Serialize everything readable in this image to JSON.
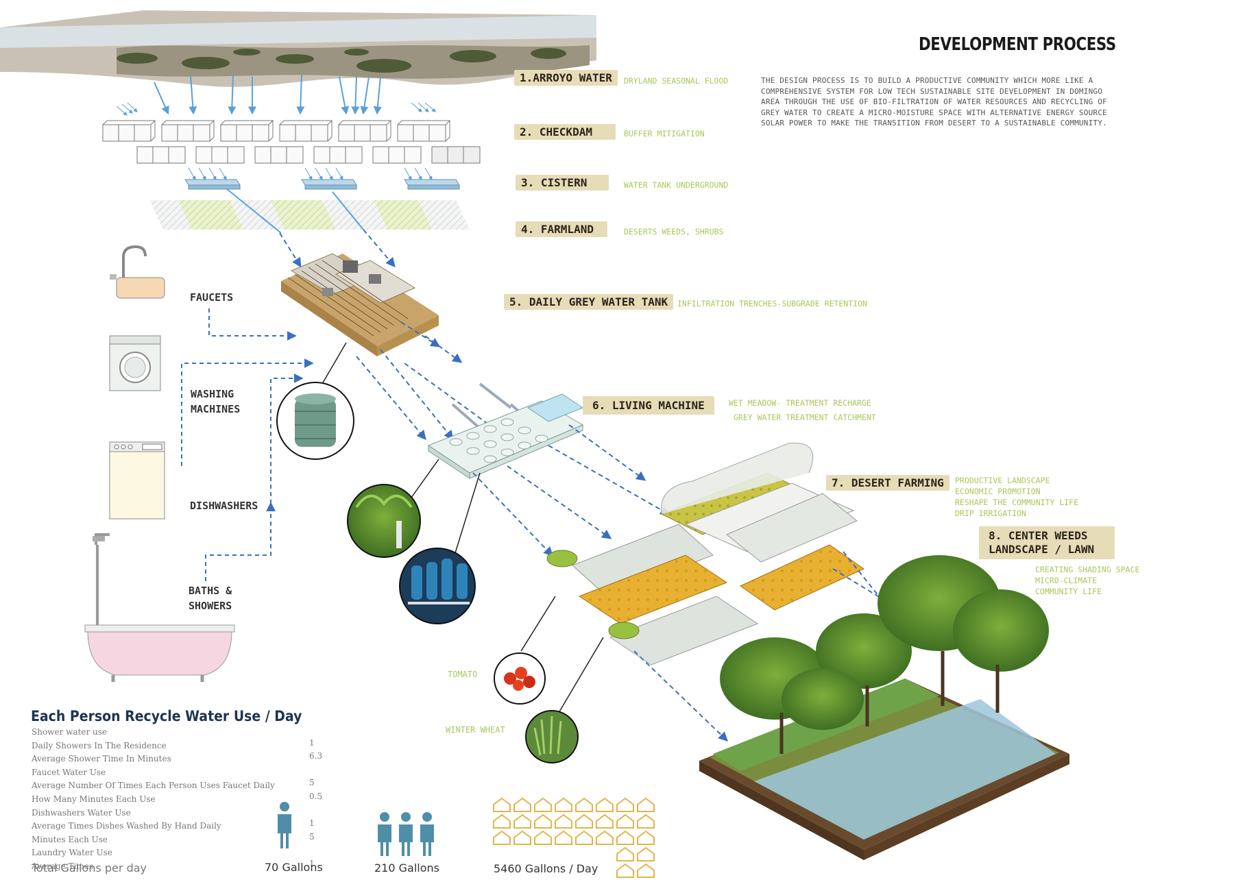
{
  "header": {
    "title": "DEVELOPMENT PROCESS",
    "description": "THE DESIGN PROCESS IS TO BUILD A PRODUCTIVE COMMUNITY WHICH MORE LIKE A COMPREHENSIVE SYSTEM FOR LOW TECH SUSTAINABLE SITE DEVELOPMENT IN DOMINGO AREA THROUGH THE USE OF BIO-FILTRATION OF WATER RESOURCES AND RECYCLING OF GREY WATER TO CREATE A MICRO-MOISTURE SPACE WITH ALTERNATIVE ENERGY SOURCE SOLAR POWER TO MAKE THE TRANSITION FROM DESERT TO A SUSTAINABLE COMMUNITY."
  },
  "steps": [
    {
      "label": "1.ARROYO WATER",
      "sub": [
        "DRYLAND SEASONAL  FLOOD"
      ]
    },
    {
      "label": "2. CHECKDAM",
      "sub": [
        "BUFFER MITIGATION"
      ]
    },
    {
      "label": "3. CISTERN",
      "sub": [
        "WATER TANK UNDERGROUND"
      ]
    },
    {
      "label": "4. FARMLAND",
      "sub": [
        "DESERTS WEEDS, SHRUBS"
      ]
    },
    {
      "label": "5. DAILY GREY WATER TANK",
      "sub": [
        "INFILTRATION TRENCHES-SUBGRADE RETENTION"
      ]
    },
    {
      "label": "6. LIVING MACHINE",
      "sub": [
        "WET MEADOW- TREATMENT RECHARGE",
        "GREY WATER TREATMENT CATCHMENT"
      ]
    },
    {
      "label": "7. DESERT FARMING",
      "sub": [
        "PRODUCTIVE LANDSCAPE",
        "ECONOMIC PROMOTION",
        "RESHAPE THE COMMUNITY LIFE",
        "DRIP IRRIGATION"
      ]
    },
    {
      "label_lines": [
        "8. CENTER WEEDS",
        "LANDSCAPE / LAWN"
      ],
      "sub": [
        "CREATING SHADING SPACE",
        "MICRO-CLIMATE",
        "COMMUNITY LIFE"
      ]
    }
  ],
  "sources": {
    "faucets": "FAUCETS",
    "washing": [
      "WASHING",
      "MACHINES"
    ],
    "dishwashers": "DISHWASHERS",
    "baths": [
      "BATHS &",
      "SHOWERS"
    ]
  },
  "crops": {
    "tomato": "TOMATO",
    "wheat": "WINTER WHEAT"
  },
  "usage": {
    "title": "Each Person Recycle Water Use / Day",
    "rows": [
      {
        "label": "Shower water use",
        "value": ""
      },
      {
        "label": "Daily Showers In The Residence",
        "value": "1"
      },
      {
        "label": "Average Shower Time In Minutes",
        "value": "6.3"
      },
      {
        "label": "Faucet Water Use",
        "value": ""
      },
      {
        "label": "Average Number Of Times Each Person Uses Faucet Daily",
        "value": "5"
      },
      {
        "label": "How Many Minutes Each Use",
        "value": "0.5"
      },
      {
        "label": "Dishwashers Water Use",
        "value": ""
      },
      {
        "label": "Average Times Dishes Washed By Hand Daily",
        "value": "1"
      },
      {
        "label": "Minutes Each Use",
        "value": "5"
      },
      {
        "label": "Laundry Water Use",
        "value": ""
      },
      {
        "label": "Average Times",
        "value": "1"
      }
    ],
    "total_label": "Total Gallons per day",
    "totals": [
      "70 Gallons",
      "210 Gallons",
      "5460 Gallons / Day"
    ]
  },
  "colors": {
    "tag_bg": "#e6dcb8",
    "sub_green": "#a9c85a",
    "arrow_blue": "#3a6fc0",
    "farm_yellow": "#e8b030",
    "water_blue": "#6fb0dc"
  },
  "icons": [
    "sink-icon",
    "washing-machine-icon",
    "dishwasher-icon",
    "bathtub-icon",
    "water-tank-icon",
    "person-icon",
    "house-icon"
  ]
}
